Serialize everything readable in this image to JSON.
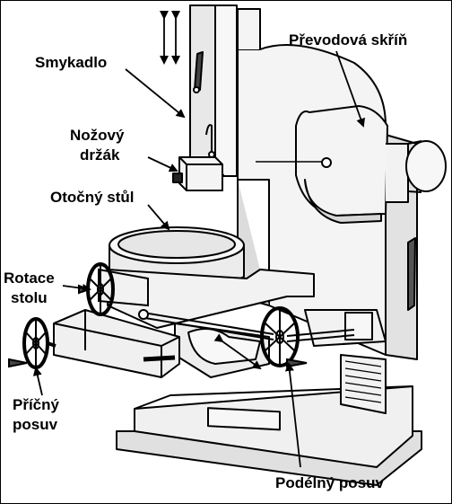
{
  "labels": {
    "smykadlo": "Smykadlo",
    "prevodova_skrin": "Převodová skříň",
    "nozovy_line1": "Nožový",
    "nozovy_line2": "držák",
    "otocny_stul": "Otočný stůl",
    "rotace_line1": "Rotace",
    "rotace_line2": "stolu",
    "pricny_line1": "Příčný",
    "pricny_line2": "posuv",
    "podelny_posuv": "Podélný posuv"
  },
  "colors": {
    "outline": "#000000",
    "body_fill": "#f2f2f2",
    "shade_fill": "#d8d8d8",
    "dark_fill": "#555555",
    "background": "#ffffff"
  }
}
